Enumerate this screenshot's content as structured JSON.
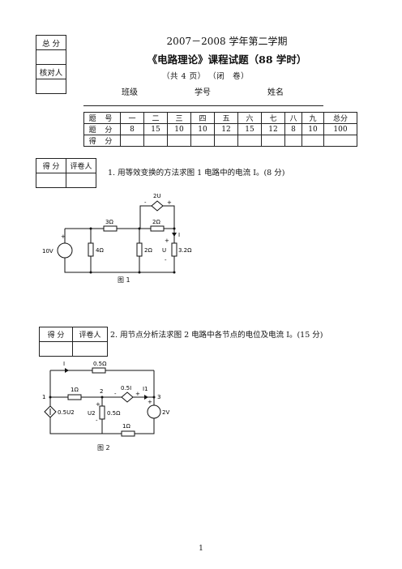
{
  "side_box": {
    "total_label": "总 分",
    "checker_label": "核对人"
  },
  "header": {
    "title_line1": "2007－2008 学年第二学期",
    "title_line2": "《电路理论》课程试题（88 学时）",
    "pages_info": "（共 4 页）    （闭　卷）",
    "class_label": "班级",
    "student_id_label": "学号",
    "name_label": "姓名"
  },
  "score_table": {
    "headers": [
      "题 号",
      "一",
      "二",
      "三",
      "四",
      "五",
      "六",
      "七",
      "八",
      "九",
      "总分"
    ],
    "points": [
      "题 分",
      "8",
      "15",
      "10",
      "10",
      "12",
      "15",
      "12",
      "8",
      "10",
      "100"
    ],
    "scored": [
      "得 分",
      "",
      "",
      "",
      "",
      "",
      "",
      "",
      "",
      "",
      ""
    ]
  },
  "grader_box": {
    "score_label": "得 分",
    "grader_label": "评卷人"
  },
  "questions": [
    {
      "text": "1.  用等效变换的方法求图 1 电路中的电流 I。(8 分)",
      "figure_caption": "图 1",
      "circuit_labels": {
        "vsrc": "10V",
        "r1": "4Ω",
        "r_series": "3Ω",
        "r2": "2Ω",
        "ccvs": "2U",
        "r_top": "2Ω",
        "r3": "3.2Ω",
        "current": "I",
        "voltage": "U",
        "plus": "+",
        "minus": "-"
      }
    },
    {
      "text": "2.  用节点分析法求图 2 电路中各节点的电位及电流 I。(15 分)",
      "figure_caption": "图 2",
      "circuit_labels": {
        "current_I": "I",
        "r_top": "0.5Ω",
        "r12": "1Ω",
        "vcvs": "0.5I",
        "current_I1": "I1",
        "node1": "1",
        "node2": "2",
        "node3": "3",
        "vccs": "0.5U2",
        "u2": "U2",
        "r_mid": "0.5Ω",
        "vsrc": "2V",
        "r_bottom": "1Ω",
        "plus": "+",
        "minus": "-"
      }
    }
  ],
  "page_number": "1"
}
